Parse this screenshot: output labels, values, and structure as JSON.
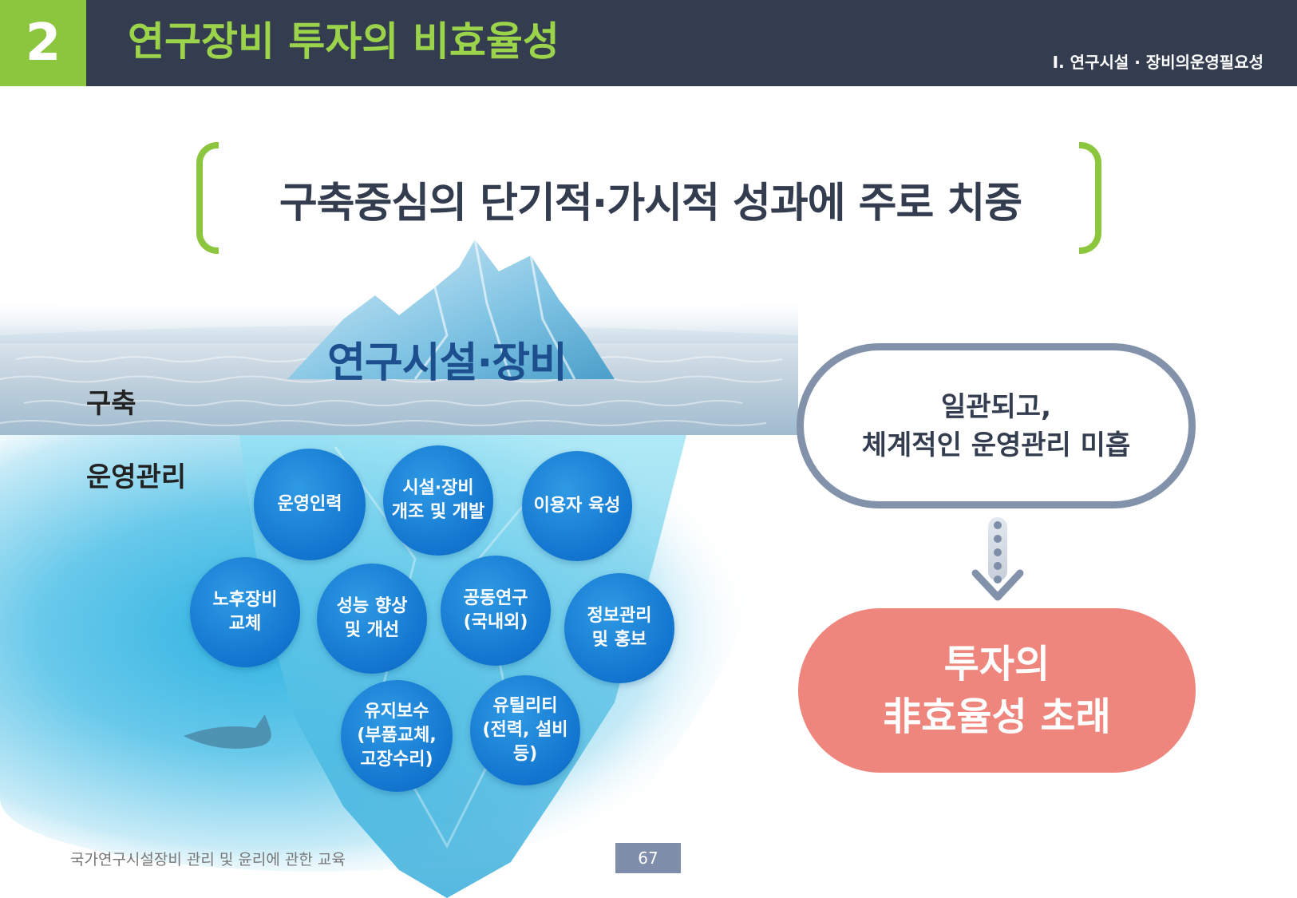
{
  "header": {
    "section_number": "2",
    "title": "연구장비 투자의 비효율성",
    "chapter": "I. 연구시설 · 장비의운영필요성"
  },
  "headline": "구축중심의 단기적·가시적 성과에 주로 치중",
  "iceberg": {
    "title": "연구시설·장비",
    "label_above": "구축",
    "label_below": "운영관리",
    "circles": [
      "운영인력",
      "시설·장비\n개조 및 개발",
      "이용자 육성",
      "노후장비\n교체",
      "성능 향상\n및 개선",
      "공동연구\n(국내외)",
      "정보관리\n및 홍보",
      "유지보수\n(부품교체,\n고장수리)",
      "유틸리티\n(전력, 설비 등)"
    ]
  },
  "flow": {
    "problem": "일관되고,\n체계적인 운영관리 미흡",
    "result": "투자의\n非효율성 초래"
  },
  "footer": {
    "text": "국가연구시설장비 관리 및 윤리에 관한 교육",
    "page": "67"
  },
  "colors": {
    "header_bg": "#343d4f",
    "accent_green": "#8cc63f",
    "circle_blue": "#1275cf",
    "result_red": "#ef867d",
    "outline_gray": "#8392ab"
  }
}
